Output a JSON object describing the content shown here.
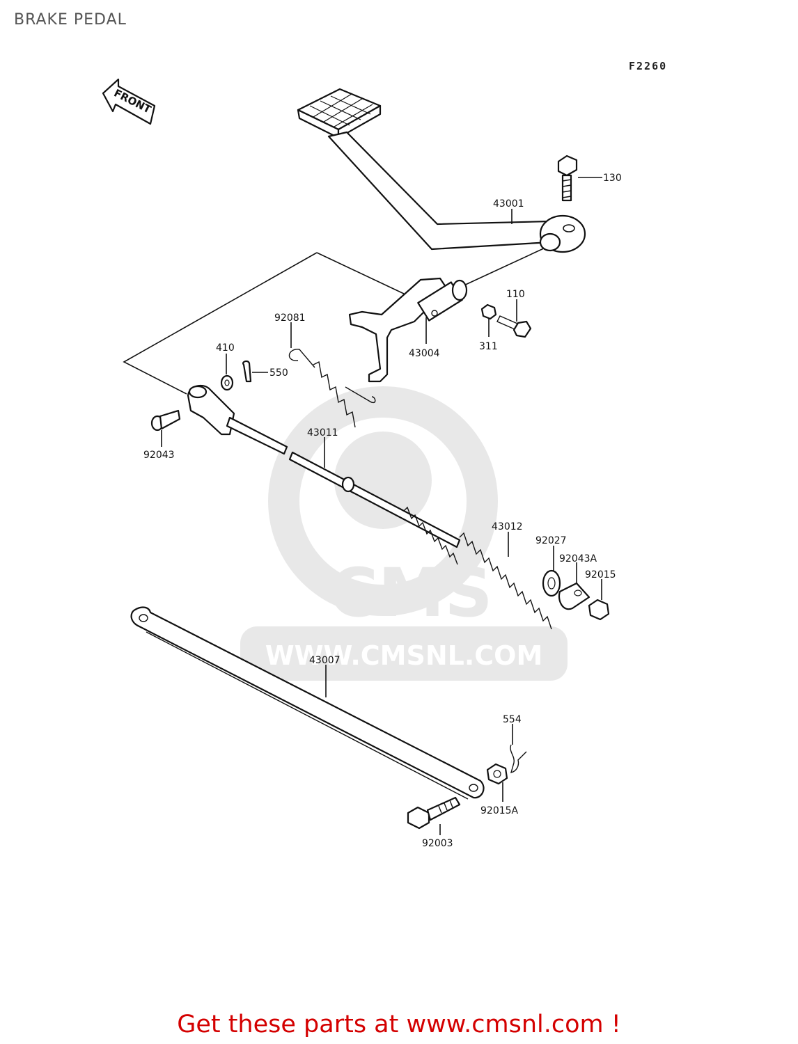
{
  "page": {
    "title": "BRAKE PEDAL",
    "diagram_code": "F2260",
    "cta": "Get these parts at www.cmsnl.com !"
  },
  "watermark": {
    "logo_text": "CMS",
    "url_text": "WWW.CMSNL.COM"
  },
  "front_arrow": {
    "label": "FRONT"
  },
  "parts": [
    {
      "id": "p130",
      "number": "130"
    },
    {
      "id": "p43001",
      "number": "43001"
    },
    {
      "id": "p110",
      "number": "110"
    },
    {
      "id": "p92081",
      "number": "92081"
    },
    {
      "id": "p43004",
      "number": "43004"
    },
    {
      "id": "p311",
      "number": "311"
    },
    {
      "id": "p410",
      "number": "410"
    },
    {
      "id": "p550",
      "number": "550"
    },
    {
      "id": "p43011",
      "number": "43011"
    },
    {
      "id": "p92043",
      "number": "92043"
    },
    {
      "id": "p43012",
      "number": "43012"
    },
    {
      "id": "p92027",
      "number": "92027"
    },
    {
      "id": "p92043A",
      "number": "92043A"
    },
    {
      "id": "p92015",
      "number": "92015"
    },
    {
      "id": "p43007",
      "number": "43007"
    },
    {
      "id": "p554",
      "number": "554"
    },
    {
      "id": "p92015A",
      "number": "92015A"
    },
    {
      "id": "p92003",
      "number": "92003"
    }
  ]
}
